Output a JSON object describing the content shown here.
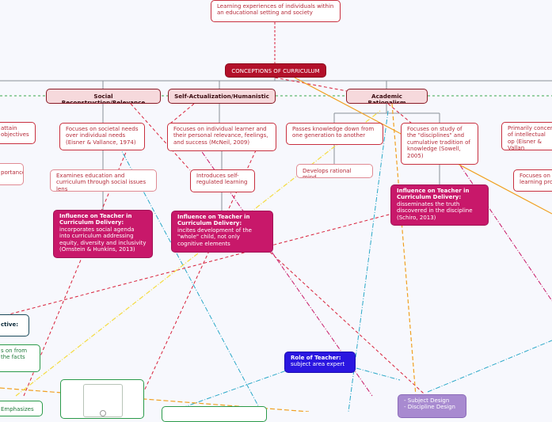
{
  "top_note": "Learning experiences of individuals within an educational setting and society",
  "root": "CONCEPTIONS OF CURRICULUM",
  "branches": {
    "social": "Social Reconstruction/Relevance",
    "self": "Self-Actualization/Humanistic",
    "academic": "Academic Rationalism"
  },
  "social_nodes": {
    "focus": "Focuses on societal needs over individual needs (Eisner & Vallance, 1974)",
    "examines": "Examines education and curriculum through social issues lens",
    "influence_title": "Influence on Teacher in Curriculum Delivery:",
    "influence_body": "incorporates social agenda into curriculum addressing equity, diversity and inclusivity (Ornstein & Hunkins, 2013)"
  },
  "self_nodes": {
    "focus": "Focuses on individual learner and their personal relevance, feelings, and success (McNeil, 2009)",
    "introduces": "Introduces self-regulated learning",
    "influence_title": "Influence on Teacher in Curriculum Delivery:",
    "influence_body": "incites development of the \"whole\" child, not only cognitive elements"
  },
  "academic_nodes": {
    "passes": "Passes knowledge down from one generation to another",
    "study": "Focuses on study of the \"disciplines\" and cumulative tradition of knowledge (Sowell, 2005)",
    "develops": "Develops rational mind",
    "influence_title": "Influence on Teacher in Curriculum Delivery:",
    "influence_body": "disseminates the truth discovered in the discipline (Schiro, 2013)"
  },
  "edge_left": {
    "attain": "attain objectives",
    "portance": "portance",
    "ctive": "ctive:",
    "green_text": "s on from the facts",
    "emphasizes": "Emphasizes"
  },
  "edge_right": {
    "primarily": "Primarily concer of intellectual op (Eisner & Vallan",
    "focuses": "Focuses on learning pro"
  },
  "role": {
    "title": "Role of Teacher:",
    "body": "subject area expert"
  },
  "purple_items": [
    "- Subject Design",
    "- Discipline Design"
  ],
  "colors": {
    "red": "#c8303f",
    "magenta": "#c8186a",
    "blue": "#2a16e0",
    "purple": "#a88ad0",
    "green": "#2a9a4a",
    "orange": "#f0a020",
    "yellow": "#f5dc40",
    "cyan": "#2aa8c8"
  }
}
